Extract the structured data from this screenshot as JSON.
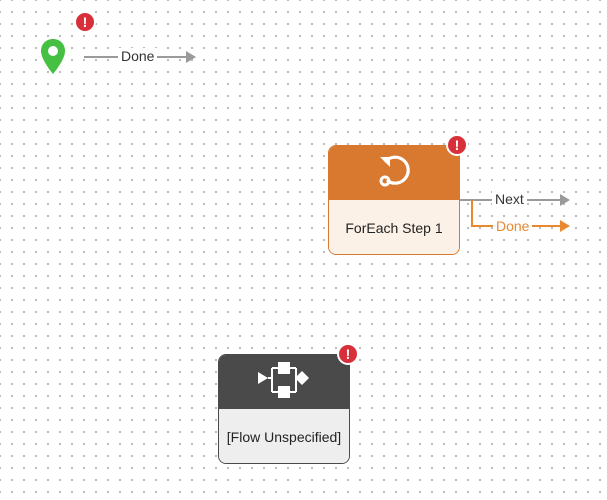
{
  "colors": {
    "start_pin": "#46c042",
    "error_badge": "#d8303a",
    "foreach_header": "#d9782f",
    "foreach_body": "#fcf1e7",
    "flow_header": "#4a4a4a",
    "flow_body": "#eeeeee",
    "connector_gray": "#9a9a9a",
    "connector_orange": "#e8892f"
  },
  "start": {
    "icon": "map-pin-icon",
    "error_badge": "!",
    "connector_label": "Done"
  },
  "foreach_node": {
    "icon": "loop-icon",
    "title": "ForEach Step 1",
    "error_badge": "!",
    "connectors": {
      "next_label": "Next",
      "done_label": "Done"
    }
  },
  "flow_node": {
    "icon": "flow-diagram-icon",
    "title": "[Flow Unspecified]",
    "error_badge": "!"
  }
}
